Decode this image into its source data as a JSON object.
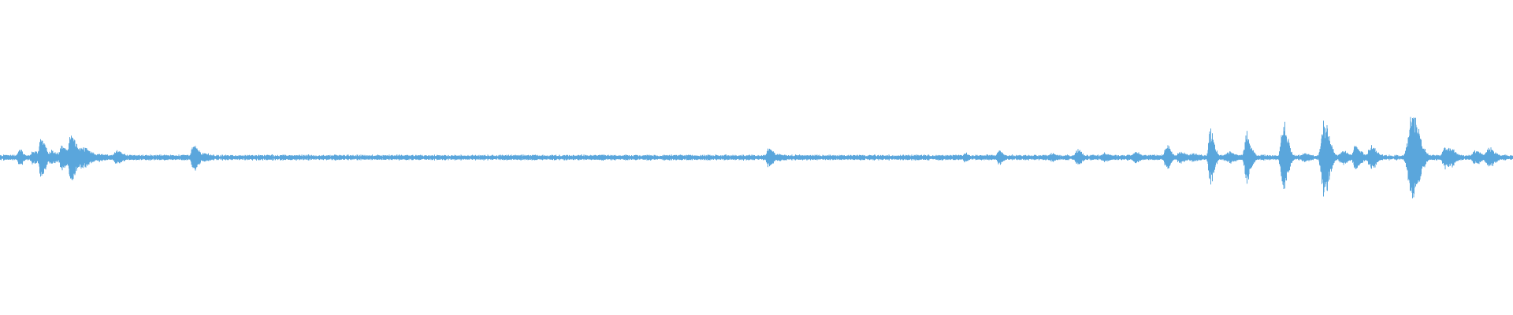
{
  "waveform": {
    "color": "#5aa6dc",
    "background": "#ffffff",
    "baseline_amplitude": 0.012,
    "noise_amplitude": 0.01,
    "events": [
      {
        "time": 0.013,
        "amplitude": 0.06,
        "spread": 0.0018
      },
      {
        "time": 0.022,
        "amplitude": 0.05,
        "spread": 0.0025
      },
      {
        "time": 0.027,
        "amplitude": 0.14,
        "spread": 0.0022
      },
      {
        "time": 0.034,
        "amplitude": 0.05,
        "spread": 0.003
      },
      {
        "time": 0.041,
        "amplitude": 0.09,
        "spread": 0.0025
      },
      {
        "time": 0.047,
        "amplitude": 0.17,
        "spread": 0.0025
      },
      {
        "time": 0.054,
        "amplitude": 0.08,
        "spread": 0.004
      },
      {
        "time": 0.065,
        "amplitude": 0.03,
        "spread": 0.004
      },
      {
        "time": 0.077,
        "amplitude": 0.05,
        "spread": 0.003
      },
      {
        "time": 0.128,
        "amplitude": 0.1,
        "spread": 0.0022
      },
      {
        "time": 0.135,
        "amplitude": 0.03,
        "spread": 0.004
      },
      {
        "time": 0.26,
        "amplitude": 0.012,
        "spread": 0.006
      },
      {
        "time": 0.382,
        "amplitude": 0.015,
        "spread": 0.003
      },
      {
        "time": 0.397,
        "amplitude": 0.02,
        "spread": 0.003
      },
      {
        "time": 0.508,
        "amplitude": 0.07,
        "spread": 0.0022
      },
      {
        "time": 0.515,
        "amplitude": 0.025,
        "spread": 0.004
      },
      {
        "time": 0.53,
        "amplitude": 0.015,
        "spread": 0.004
      },
      {
        "time": 0.555,
        "amplitude": 0.01,
        "spread": 0.004
      },
      {
        "time": 0.638,
        "amplitude": 0.04,
        "spread": 0.0012
      },
      {
        "time": 0.66,
        "amplitude": 0.05,
        "spread": 0.0022
      },
      {
        "time": 0.695,
        "amplitude": 0.03,
        "spread": 0.0025
      },
      {
        "time": 0.712,
        "amplitude": 0.06,
        "spread": 0.0022
      },
      {
        "time": 0.73,
        "amplitude": 0.03,
        "spread": 0.003
      },
      {
        "time": 0.75,
        "amplitude": 0.045,
        "spread": 0.0025
      },
      {
        "time": 0.771,
        "amplitude": 0.09,
        "spread": 0.002
      },
      {
        "time": 0.78,
        "amplitude": 0.04,
        "spread": 0.003
      },
      {
        "time": 0.788,
        "amplitude": 0.03,
        "spread": 0.003
      },
      {
        "time": 0.8,
        "amplitude": 0.2,
        "spread": 0.0018
      },
      {
        "time": 0.812,
        "amplitude": 0.04,
        "spread": 0.0035
      },
      {
        "time": 0.824,
        "amplitude": 0.17,
        "spread": 0.0022
      },
      {
        "time": 0.848,
        "amplitude": 0.25,
        "spread": 0.0022
      },
      {
        "time": 0.862,
        "amplitude": 0.03,
        "spread": 0.003
      },
      {
        "time": 0.875,
        "amplitude": 0.29,
        "spread": 0.0025
      },
      {
        "time": 0.887,
        "amplitude": 0.05,
        "spread": 0.003
      },
      {
        "time": 0.896,
        "amplitude": 0.09,
        "spread": 0.0025
      },
      {
        "time": 0.906,
        "amplitude": 0.09,
        "spread": 0.0025
      },
      {
        "time": 0.933,
        "amplitude": 0.31,
        "spread": 0.0035
      },
      {
        "time": 0.956,
        "amplitude": 0.09,
        "spread": 0.0035
      },
      {
        "time": 0.975,
        "amplitude": 0.05,
        "spread": 0.003
      },
      {
        "time": 0.984,
        "amplitude": 0.07,
        "spread": 0.003
      }
    ]
  }
}
